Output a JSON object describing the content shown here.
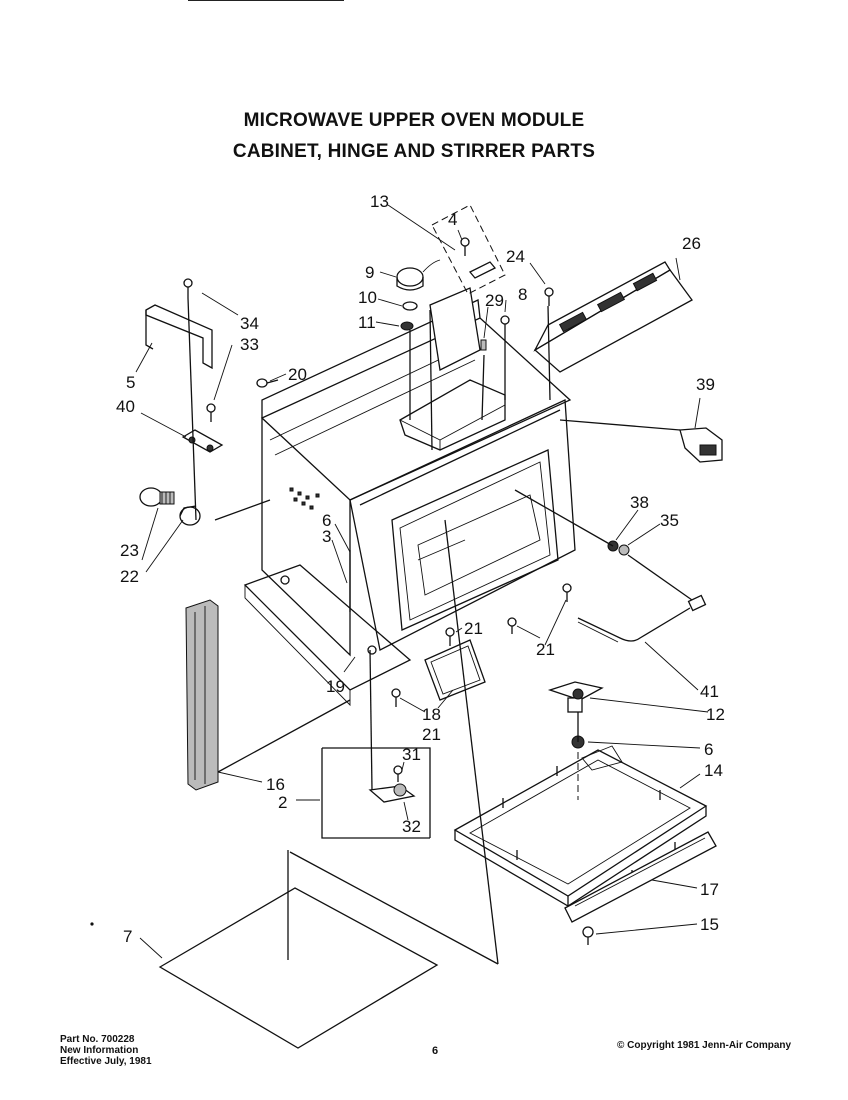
{
  "header": {
    "title_line1": "MICROWAVE UPPER OVEN MODULE",
    "title_line2": "CABINET, HINGE AND STIRRER PARTS"
  },
  "callouts": {
    "c2": "2",
    "c3": "3",
    "c4": "4",
    "c5": "5",
    "c6a": "6",
    "c6b": "6",
    "c7": "7",
    "c8": "8",
    "c9": "9",
    "c10": "10",
    "c11": "11",
    "c12": "12",
    "c13": "13",
    "c14": "14",
    "c15": "15",
    "c16": "16",
    "c17": "17",
    "c18": "18",
    "c19": "19",
    "c20": "20",
    "c21a": "21",
    "c21b": "21",
    "c21c": "21",
    "c22": "22",
    "c23": "23",
    "c24": "24",
    "c26": "26",
    "c29": "29",
    "c31": "31",
    "c32": "32",
    "c33": "33",
    "c34": "34",
    "c35": "35",
    "c38": "38",
    "c39": "39",
    "c40": "40",
    "c41": "41"
  },
  "footer": {
    "part_no": "Part No. 700228",
    "new_info": "New Information",
    "effective": "Effective July, 1981",
    "page": "6",
    "copyright": "© Copyright 1981 Jenn-Air Company"
  }
}
